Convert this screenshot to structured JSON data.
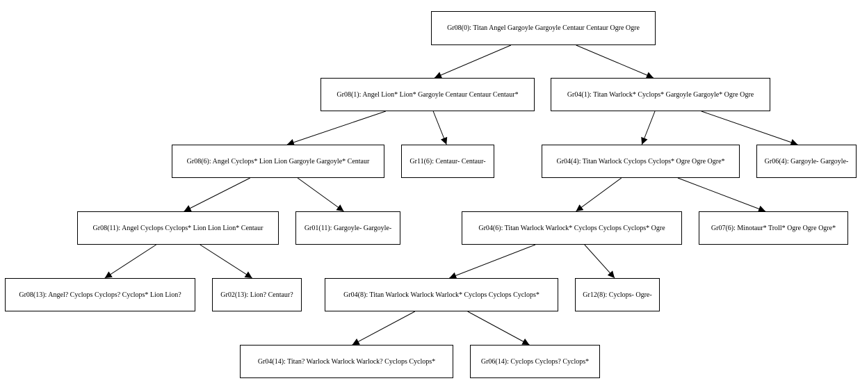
{
  "diagram": {
    "nodes": [
      {
        "id": "n0",
        "label": "Gr08(0): Titan Angel Gargoyle Gargoyle Centaur Centaur Ogre Ogre"
      },
      {
        "id": "n1",
        "label": "Gr08(1): Angel Lion* Lion* Gargoyle Centaur Centaur Centaur*"
      },
      {
        "id": "n2",
        "label": "Gr04(1): Titan Warlock* Cyclops* Gargoyle Gargoyle* Ogre Ogre"
      },
      {
        "id": "n3",
        "label": "Gr08(6): Angel Cyclops* Lion Lion Gargoyle Gargoyle* Centaur"
      },
      {
        "id": "n4",
        "label": "Gr11(6): Centaur- Centaur-"
      },
      {
        "id": "n5",
        "label": "Gr04(4): Titan Warlock Cyclops Cyclops* Ogre Ogre Ogre*"
      },
      {
        "id": "n6",
        "label": "Gr06(4): Gargoyle- Gargoyle-"
      },
      {
        "id": "n7",
        "label": "Gr08(11): Angel Cyclops Cyclops* Lion Lion Lion* Centaur"
      },
      {
        "id": "n8",
        "label": "Gr01(11): Gargoyle- Gargoyle-"
      },
      {
        "id": "n9",
        "label": "Gr04(6): Titan Warlock Warlock* Cyclops Cyclops Cyclops* Ogre"
      },
      {
        "id": "n10",
        "label": "Gr07(6): Minotaur* Troll* Ogre Ogre Ogre*"
      },
      {
        "id": "n11",
        "label": "Gr08(13): Angel? Cyclops Cyclops? Cyclops* Lion Lion?"
      },
      {
        "id": "n12",
        "label": "Gr02(13): Lion? Centaur?"
      },
      {
        "id": "n13",
        "label": "Gr04(8): Titan Warlock Warlock Warlock* Cyclops Cyclops Cyclops*"
      },
      {
        "id": "n14",
        "label": "Gr12(8): Cyclops- Ogre-"
      },
      {
        "id": "n15",
        "label": "Gr04(14): Titan? Warlock Warlock Warlock? Cyclops Cyclops*"
      },
      {
        "id": "n16",
        "label": "Gr06(14): Cyclops Cyclops? Cyclops*"
      }
    ],
    "edges": [
      [
        "n0",
        "n1"
      ],
      [
        "n0",
        "n2"
      ],
      [
        "n1",
        "n3"
      ],
      [
        "n1",
        "n4"
      ],
      [
        "n2",
        "n5"
      ],
      [
        "n2",
        "n6"
      ],
      [
        "n3",
        "n7"
      ],
      [
        "n3",
        "n8"
      ],
      [
        "n5",
        "n9"
      ],
      [
        "n5",
        "n10"
      ],
      [
        "n7",
        "n11"
      ],
      [
        "n7",
        "n12"
      ],
      [
        "n9",
        "n13"
      ],
      [
        "n9",
        "n14"
      ],
      [
        "n13",
        "n15"
      ],
      [
        "n13",
        "n16"
      ]
    ]
  }
}
